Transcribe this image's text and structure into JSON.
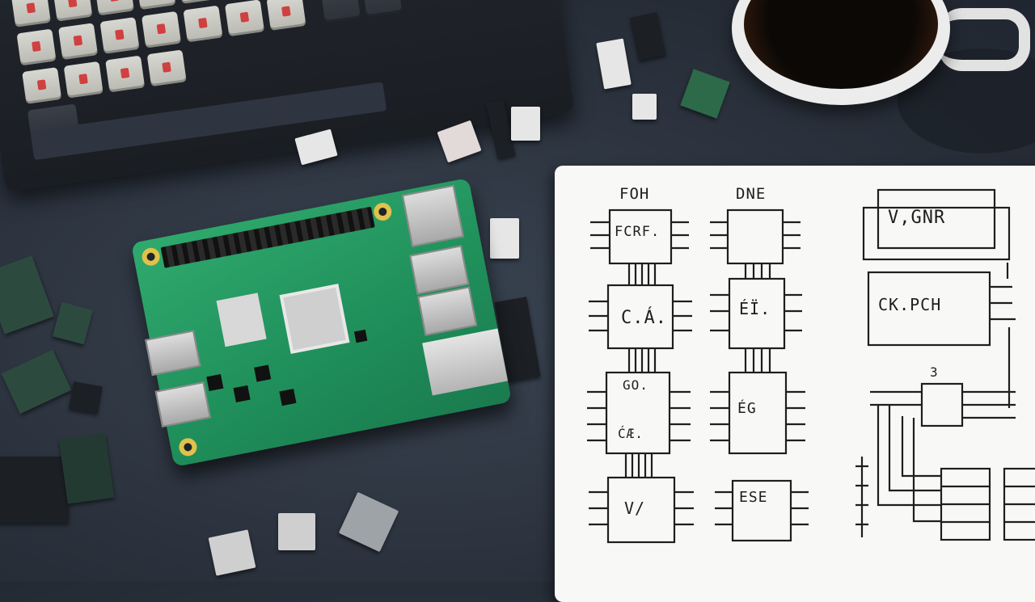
{
  "scene": {
    "description_free": true
  },
  "notebook": {
    "heading_left": "FOH",
    "heading_mid": "DNE",
    "box_top_right": "V,GNR",
    "box_mid_right": "CK.PCH",
    "chip_labels": [
      "FCRF.",
      "C.Á.",
      "GO.",
      "ĆÆ.",
      "V/",
      "ESE",
      "ÉG",
      "ÉÏ."
    ],
    "pin_number": "3"
  },
  "colors": {
    "desk": "#2b323d",
    "pcb": "#1f8e5a",
    "paper": "#f8f8f6",
    "ink": "#1e1e1e"
  }
}
